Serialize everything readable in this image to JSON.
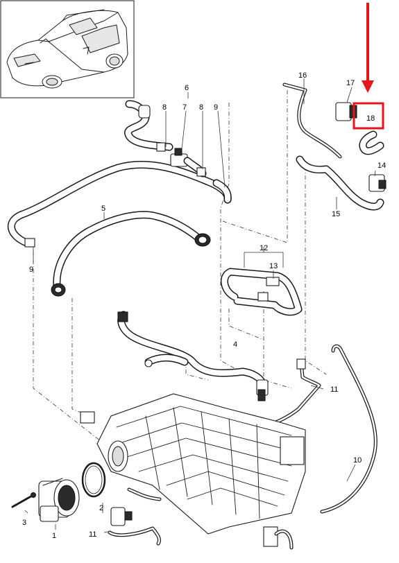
{
  "callouts": {
    "c1": "1",
    "c2": "2",
    "c3": "3",
    "c4": "4",
    "c5": "5",
    "c6": "6",
    "c7": "7",
    "c8a": "8",
    "c8b": "8",
    "c9a": "9",
    "c9b": "9",
    "c10": "10",
    "c11a": "11",
    "c11b": "11",
    "c12": "12",
    "c13": "13",
    "c14": "14",
    "c15": "15",
    "c16": "16",
    "c17": "17",
    "c18": "18"
  },
  "highlight": {
    "color": "#e8141b",
    "label": "18"
  },
  "footer": {
    "copyright": ""
  }
}
